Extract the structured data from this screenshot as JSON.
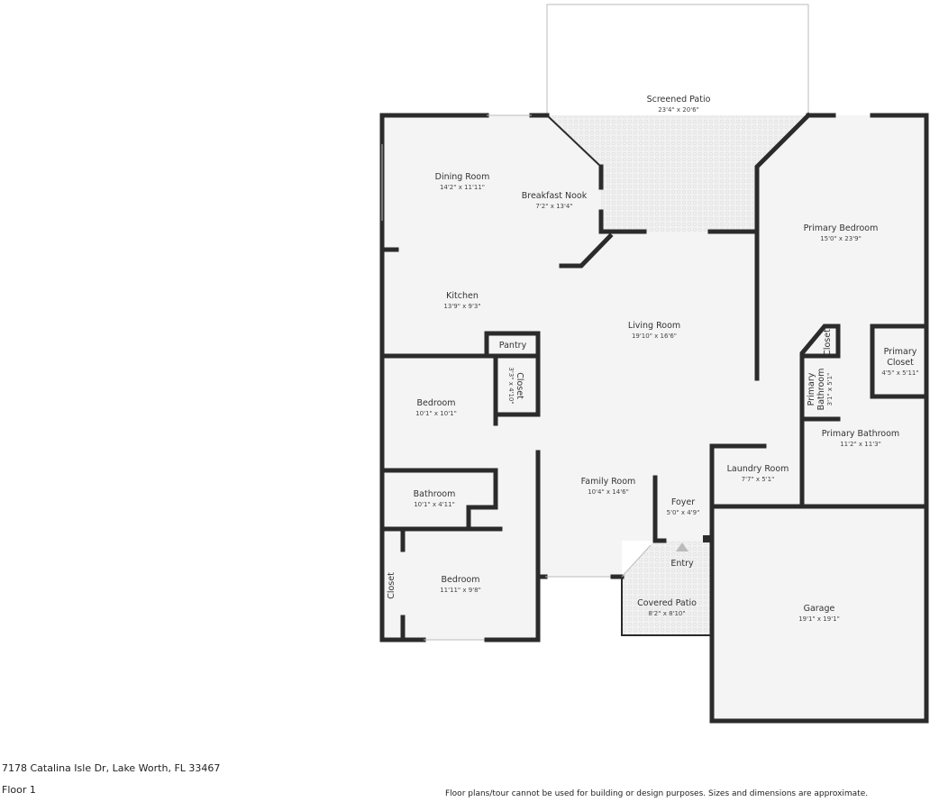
{
  "rooms": [
    {
      "name": "Screened Patio",
      "dims": "23'4\" x 20'6\""
    },
    {
      "name": "Dining Room",
      "dims": "14'2\" x 11'11\""
    },
    {
      "name": "Breakfast Nook",
      "dims": "7'2\" x 13'4\""
    },
    {
      "name": "Primary Bedroom",
      "dims": "15'0\" x 23'9\""
    },
    {
      "name": "Kitchen",
      "dims": "13'9\" x 9'3\""
    },
    {
      "name": "Living Room",
      "dims": "19'10\" x 16'6\""
    },
    {
      "name": "Pantry",
      "dims": ""
    },
    {
      "name": "Closet",
      "dims": "3'3\" x 4'10\""
    },
    {
      "name": "Bedroom",
      "dims": "10'1\" x 10'1\""
    },
    {
      "name": "Primary Closet",
      "dims": "4'5\" x 5'11\""
    },
    {
      "name": "Primary Bathroom",
      "dims": "3'1\" x 5'1\""
    },
    {
      "name": "Closet",
      "dims": ""
    },
    {
      "name": "Primary Bathroom",
      "dims": "11'2\" x 11'3\""
    },
    {
      "name": "Laundry Room",
      "dims": "7'7\" x 5'1\""
    },
    {
      "name": "Bathroom",
      "dims": "10'1\" x 4'11\""
    },
    {
      "name": "Family Room",
      "dims": "10'4\" x 14'6\""
    },
    {
      "name": "Foyer",
      "dims": "5'0\" x 4'9\""
    },
    {
      "name": "Entry",
      "dims": ""
    },
    {
      "name": "Bedroom",
      "dims": "11'11\" x 9'8\""
    },
    {
      "name": "Closet",
      "dims": ""
    },
    {
      "name": "Covered Patio",
      "dims": "8'2\" x 8'10\""
    },
    {
      "name": "Garage",
      "dims": "19'1\" x 19'1\""
    }
  ],
  "footer": {
    "address": "7178 Catalina Isle Dr, Lake Worth, FL 33467",
    "floor": "Floor 1",
    "disclaimer": "Floor plans/tour cannot be used for building or design purposes. Sizes and dimensions are approximate."
  },
  "colors": {
    "wall": "#2b2b2b",
    "floor": "#f4f4f4",
    "patio": "#efefef"
  },
  "icons": {
    "entry": "entry-arrow-icon"
  }
}
